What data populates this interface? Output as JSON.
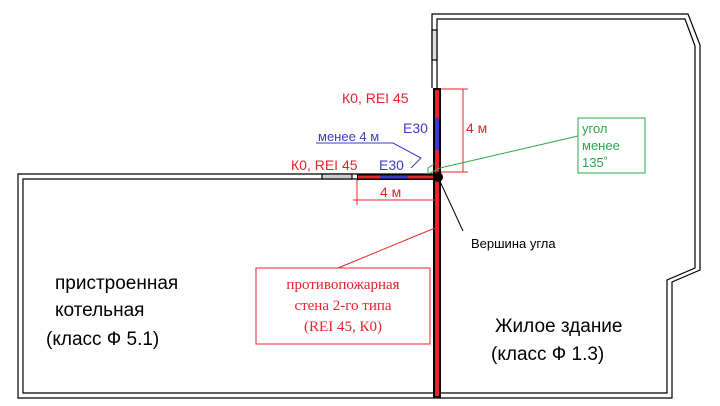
{
  "labels": {
    "k0_rei_top": "К0, REI 45",
    "e30_vertical": "E30",
    "less_4m": "менее 4 м",
    "k0_rei_left": "К0, REI 45",
    "e30_horizontal": "E30",
    "dim_vertical": "4 м",
    "dim_horizontal": "4 м",
    "vertex": "Вершина угла"
  },
  "angle_note": {
    "line1": "угол",
    "line2": "менее",
    "line3": "135˚"
  },
  "firewall_note": {
    "line1": "противопожарная",
    "line2": "стена 2-го типа",
    "line3": "(REI 45, К0)"
  },
  "boiler_room": {
    "line1": "пристроенная",
    "line2": "котельная",
    "line3": "(класс Ф 5.1)"
  },
  "residential": {
    "line1": "Жилое здание",
    "line2": "(класс Ф 1.3)"
  },
  "colors": {
    "red": "#e8232a",
    "blue": "#3b3bc8",
    "green": "#2aa84a",
    "black": "#000000"
  }
}
